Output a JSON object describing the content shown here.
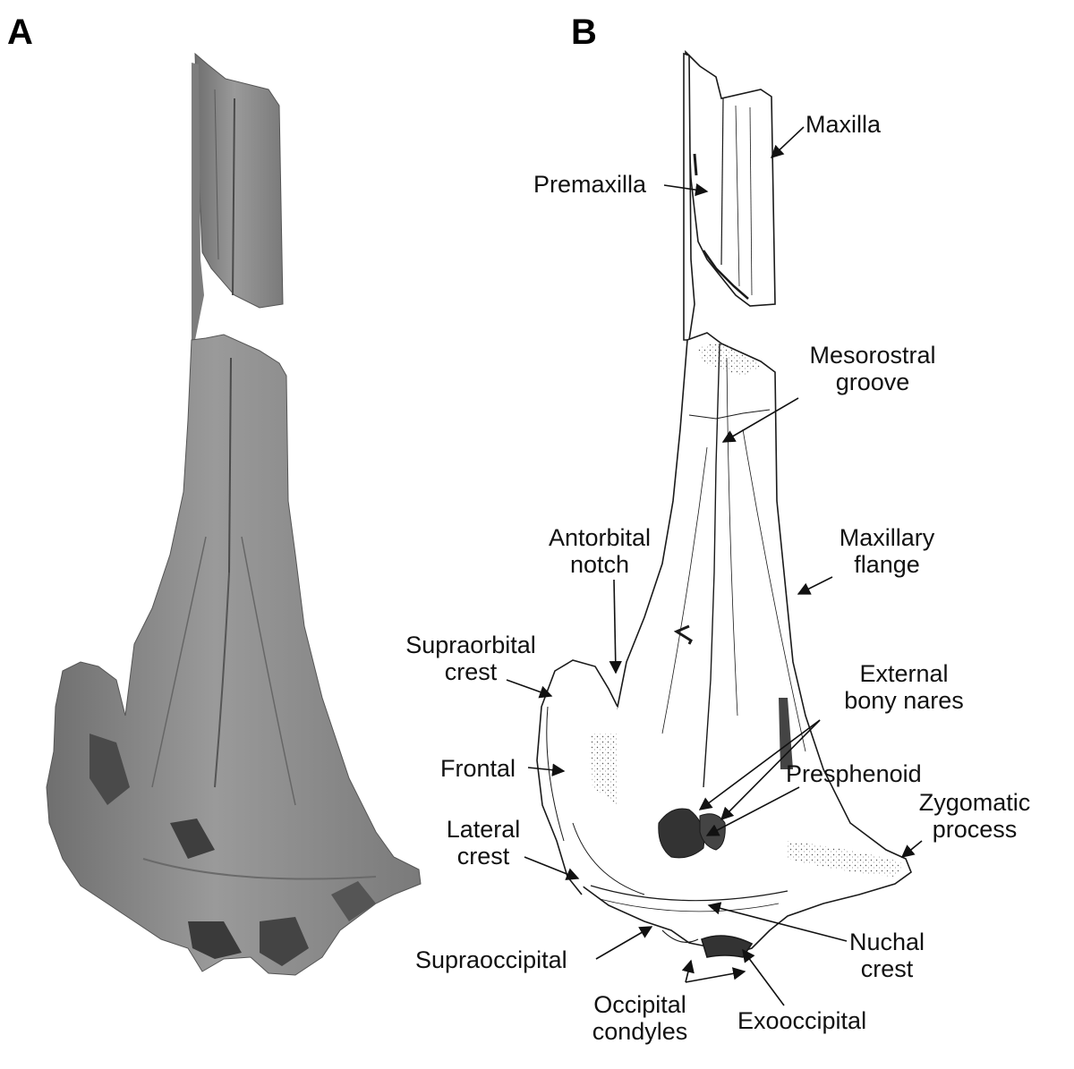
{
  "figure": {
    "panel_a_letter": "A",
    "panel_b_letter": "B",
    "labels": {
      "maxilla": "Maxilla",
      "premaxilla": "Premaxilla",
      "mesorostral_l1": "Mesorostral",
      "mesorostral_l2": "groove",
      "antorbital_l1": "Antorbital",
      "antorbital_l2": "notch",
      "maxillary_flange_l1": "Maxillary",
      "maxillary_flange_l2": "flange",
      "supraorbital_l1": "Supraorbital",
      "supraorbital_l2": "crest",
      "external_nares_l1": "External",
      "external_nares_l2": "bony nares",
      "frontal": "Frontal",
      "presphenoid": "Presphenoid",
      "zygomatic_l1": "Zygomatic",
      "zygomatic_l2": "process",
      "lateral_crest_l1": "Lateral",
      "lateral_crest_l2": "crest",
      "supraoccipital": "Supraoccipital",
      "nuchal_crest_l1": "Nuchal",
      "nuchal_crest_l2": "crest",
      "occipital_condyles_l1": "Occipital",
      "occipital_condyles_l2": "condyles",
      "exooccipital": "Exooccipital"
    },
    "colors": {
      "fossil_gray": "#8c8c8c",
      "fossil_dark": "#5e5e5e",
      "line": "#1a1a1a",
      "shading": "#3a3a3a"
    }
  }
}
